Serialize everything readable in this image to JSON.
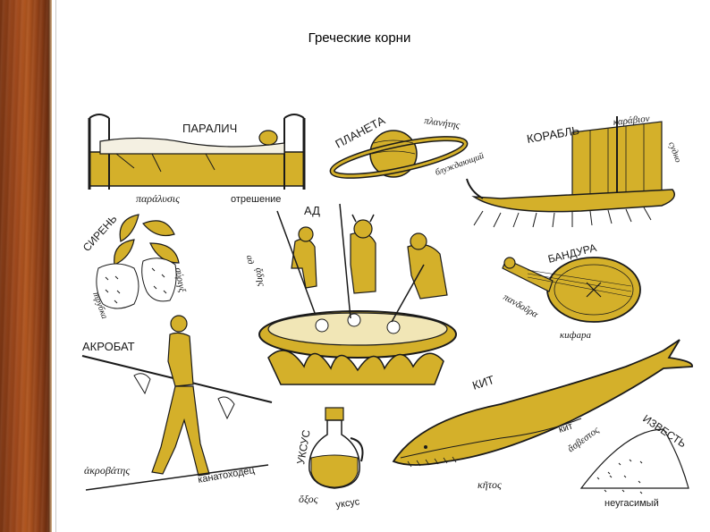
{
  "slide": {
    "title": "Греческие корни"
  },
  "items": {
    "paralich": {
      "ru": "ПАРАЛИЧ",
      "gr": "παράλυσις",
      "gloss": "отрешение"
    },
    "planeta": {
      "ru": "ПЛАНЕТА",
      "gr": "πλανήτης",
      "gloss": "блуждающий"
    },
    "korabl": {
      "ru": "КОРАБЛЬ",
      "gr": "καράβιον",
      "gloss": "судно"
    },
    "siren": {
      "ru": "СИРЕНЬ",
      "gr": "σύριγξ",
      "gloss": "трубка"
    },
    "ad": {
      "ru": "АД",
      "gr": "ᾅδης",
      "gloss": "ад"
    },
    "bandura": {
      "ru": "БАНДУРА",
      "gr": "πανδοῦρα",
      "gloss": "кифара"
    },
    "akrobat": {
      "ru": "АКРОБАТ",
      "gr": "ἀκροβάτης",
      "gloss": "канатоходец"
    },
    "uksus": {
      "ru": "УКСУС",
      "gr": "ὄξος",
      "gloss": "уксус"
    },
    "kit": {
      "ru": "КИТ",
      "gr": "κῆτος",
      "gloss": "кит"
    },
    "izvest": {
      "ru": "ИЗВЕСТЬ",
      "gr": "ἄσβεστος",
      "gloss": "неугасимый"
    }
  },
  "colors": {
    "ochre": "#d4b02a",
    "ink": "#1a1a1a",
    "wood": "#a0491c"
  }
}
